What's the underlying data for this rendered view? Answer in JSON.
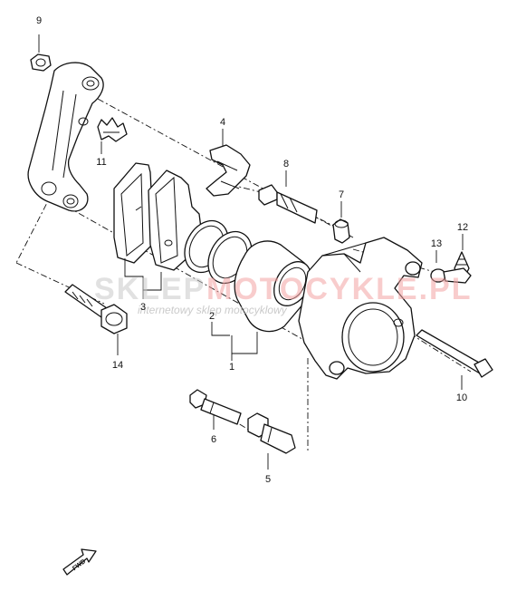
{
  "callouts": {
    "c1": "1",
    "c2": "2",
    "c3": "3",
    "c4": "4",
    "c5": "5",
    "c6": "6",
    "c7": "7",
    "c8": "8",
    "c9": "9",
    "c10": "10",
    "c11": "11",
    "c12": "12",
    "c13": "13",
    "c14": "14"
  },
  "watermark": {
    "brand_left": "SKLEP",
    "brand_right": "MOTOCYKLE.PL",
    "tagline": "internetowy sklep motocyklowy"
  },
  "fwd_label": "FWD"
}
